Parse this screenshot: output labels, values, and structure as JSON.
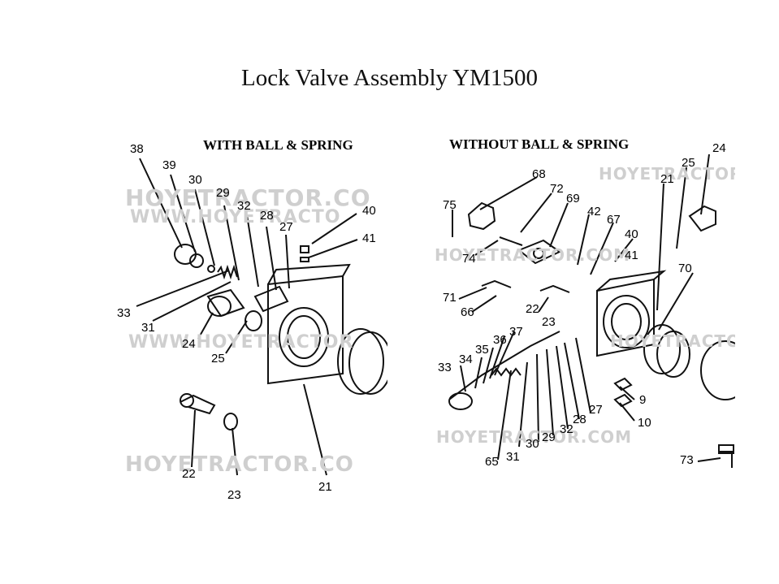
{
  "title": "Lock Valve Assembly YM1500",
  "left_panel": {
    "heading": "WITH BALL & SPRING",
    "watermarks": [
      "HOYETRACTOR.CO",
      "WWW.HOYETRACTO",
      "WWW.HOYETRACTOR",
      "HOYETRACTOR.CO"
    ],
    "part_numbers": [
      "38",
      "39",
      "30",
      "29",
      "32",
      "28",
      "27",
      "40",
      "41",
      "33",
      "31",
      "24",
      "25",
      "22",
      "23",
      "21"
    ]
  },
  "right_panel": {
    "heading": "WITHOUT BALL & SPRING",
    "watermarks": [
      "HOYETRACTOR",
      "HOYETRACTOR.COM",
      "HOYETRACTOR",
      "HOYETRACTOR.COM"
    ],
    "part_numbers": [
      "68",
      "72",
      "69",
      "75",
      "74",
      "42",
      "67",
      "40",
      "41",
      "21",
      "25",
      "24",
      "70",
      "71",
      "66",
      "22",
      "23",
      "37",
      "36",
      "35",
      "34",
      "33",
      "9",
      "10",
      "27",
      "28",
      "32",
      "29",
      "30",
      "31",
      "65",
      "73"
    ]
  }
}
